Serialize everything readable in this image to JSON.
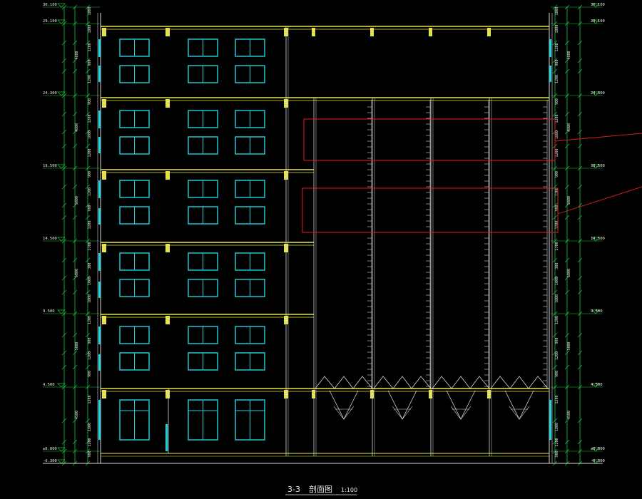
{
  "drawing": {
    "title_number": "3-3",
    "title_name": "剖面图",
    "scale": "1:100"
  },
  "levels_left": [
    "30.100",
    "29.100",
    "24.300",
    "19.500",
    "14.500",
    "9.500",
    "4.500",
    "±0.000",
    "-0.300"
  ],
  "levels_right": [
    "30.100",
    "29.100",
    "24.300",
    "19.500",
    "14.500",
    "9.500",
    "4.500",
    "±0.000",
    "-0.300"
  ],
  "floor_dims_left": [
    "4800",
    "4800",
    "5000",
    "5000",
    "5000",
    "4500"
  ],
  "floor_dims_right": [
    "4800",
    "4800",
    "5000",
    "5000",
    "5000",
    "4500"
  ],
  "sub_dims": [
    "1000",
    "1800",
    "1200",
    "900",
    "1200",
    "900",
    "1200",
    "1800",
    "1200",
    "900",
    "1200",
    "900",
    "1200",
    "2700",
    "300"
  ],
  "colors": {
    "background": "#000000",
    "structure": "#e6e34a",
    "glazing": "#1fd4dd",
    "dimension": "#20c040",
    "text": "#e8e8e8",
    "markup": "#e02020",
    "wall": "#d8d8d8"
  }
}
